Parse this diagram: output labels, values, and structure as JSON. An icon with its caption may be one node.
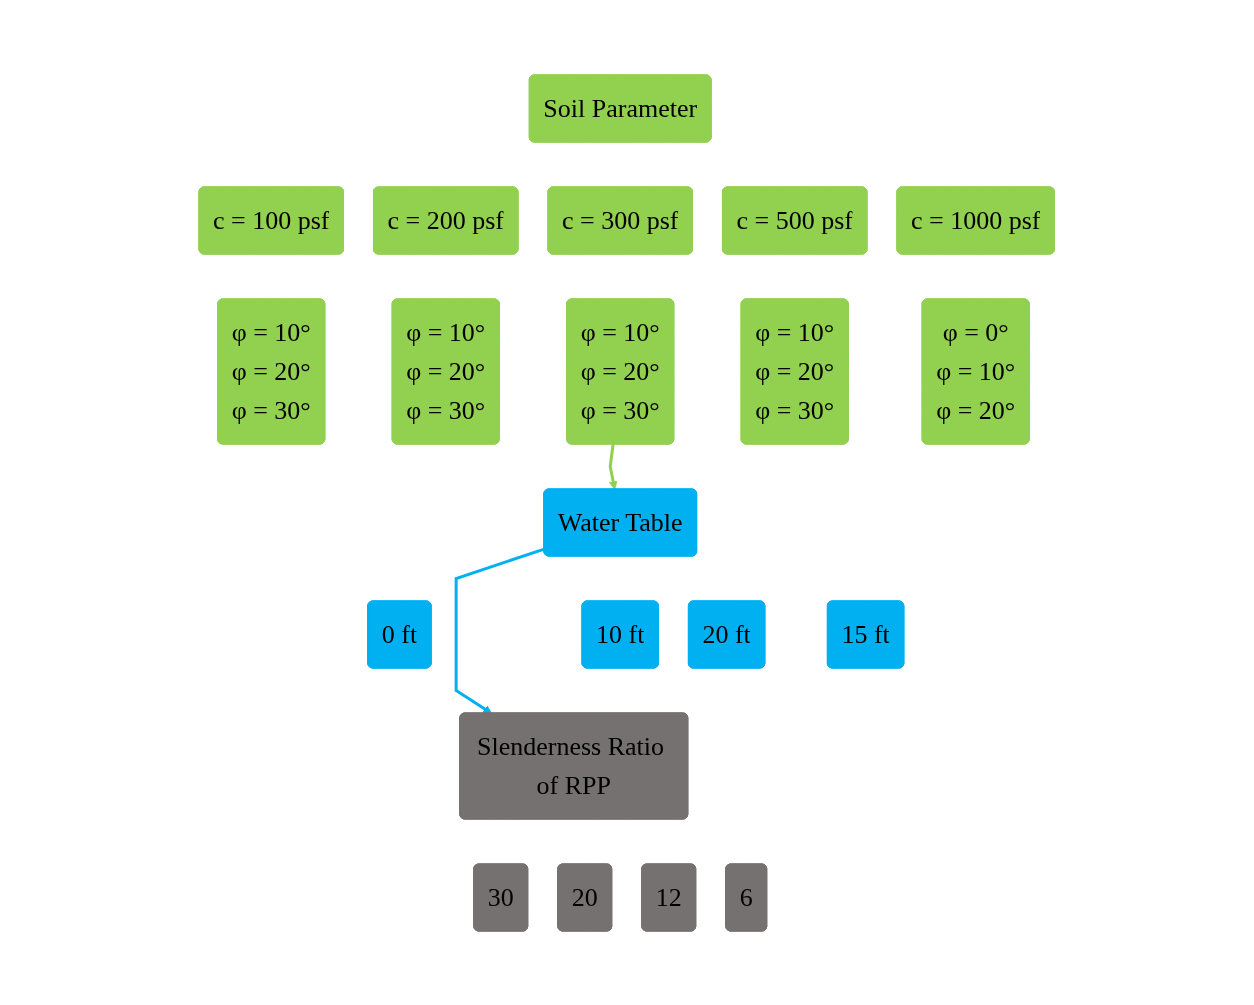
{
  "diagram": {
    "nodes": [
      {
        "text": [
          "Soil Parameter"
        ]
      },
      {
        "text": [
          "c = 100 psf"
        ]
      },
      {
        "text": [
          "c = 200 psf"
        ]
      },
      {
        "text": [
          "c = 300 psf"
        ]
      },
      {
        "text": [
          "c = 500 psf"
        ]
      },
      {
        "text": [
          "c = 1000 psf"
        ]
      },
      {
        "text": [
          "φ = 10°",
          "φ = 20°",
          "φ = 30°"
        ]
      },
      {
        "text": [
          "φ = 10°",
          "φ = 20°",
          "φ = 30°"
        ]
      },
      {
        "text": [
          "φ = 10°",
          "φ = 20°",
          "φ = 30°"
        ]
      },
      {
        "text": [
          "φ = 10°",
          "φ = 20°",
          "φ = 30°"
        ]
      },
      {
        "text": [
          "φ = 0°",
          "φ = 10°",
          "φ = 20°"
        ]
      },
      {
        "text": [
          "Water Table"
        ]
      },
      {
        "text": [
          "0 ft"
        ]
      },
      {
        "text": [
          "10 ft"
        ]
      },
      {
        "text": [
          "15 ft"
        ]
      },
      {
        "text": [
          "20 ft"
        ]
      },
      {
        "text": [
          "Slenderness Ratio of RPP"
        ]
      },
      {
        "text": [
          "30"
        ]
      },
      {
        "text": [
          "20"
        ]
      },
      {
        "text": [
          "12"
        ]
      },
      {
        "text": [
          "6"
        ]
      }
    ],
    "edges": [
      {
        "from": 8,
        "to": 11,
        "arrow": "to",
        "color": "#92d050"
      },
      {
        "from": 11,
        "to": 16,
        "arrow": "to",
        "color": "#00b0f0"
      }
    ]
  }
}
